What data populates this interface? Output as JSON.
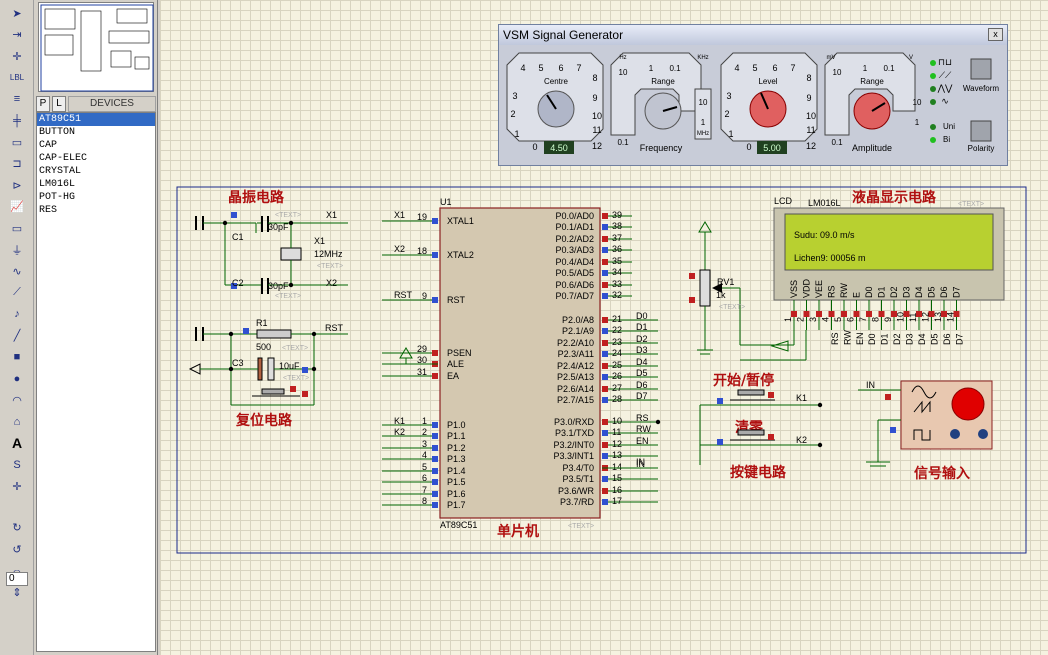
{
  "toolbar": {
    "tools": [
      "select-arrow-icon",
      "component-icon",
      "junction-icon",
      "wire-label-icon",
      "text-script-icon",
      "bus-icon",
      "subcircuit-icon",
      "terminal-icon",
      "device-pin-icon",
      "graph-icon",
      "tape-icon",
      "generator-icon",
      "voltage-probe-icon",
      "current-probe-icon",
      "virtual-instrument-icon",
      "line-icon",
      "box-icon",
      "circle-icon",
      "arc-icon",
      "path-icon",
      "text-icon",
      "symbol-icon",
      "marker-icon",
      "rotate-cw-icon",
      "rotate-ccw-icon",
      "mirror-x-icon",
      "mirror-y-icon"
    ],
    "text_tool": "A",
    "rotation_value": "0"
  },
  "devices": {
    "tab_p": "P",
    "tab_l": "L",
    "header": "DEVICES",
    "items": [
      "AT89C51",
      "BUTTON",
      "CAP",
      "CAP-ELEC",
      "CRYSTAL",
      "LM016L",
      "POT-HG",
      "RES"
    ],
    "selected_index": 0
  },
  "siggen": {
    "title": "VSM Signal Generator",
    "close": "x",
    "centre_label": "Centre",
    "centre_value": "4.50",
    "range_label": "Range",
    "frequency_label": "Frequency",
    "hz_label": "Hz",
    "khz_label": "KHz",
    "mhz_label": "MHz",
    "level_label": "Level",
    "level_value": "5.00",
    "range2_label": "Range",
    "amplitude_label": "Amplitude",
    "mv_label": "mV",
    "v_label": "V",
    "waveform_label": "Waveform",
    "polarity_label": "Polarity",
    "uni_label": "Uni",
    "bi_label": "Bi",
    "dial_numbers": [
      "0",
      "1",
      "2",
      "3",
      "4",
      "5",
      "6",
      "7",
      "8",
      "9",
      "10",
      "11",
      "12"
    ],
    "range_numbers": [
      "10",
      "0.1",
      "1",
      "0.1",
      "10",
      "1"
    ]
  },
  "schematic": {
    "osc_title": "晶振电路",
    "reset_title": "复位电路",
    "mcu_title": "单片机",
    "lcd_title": "液晶显示电路",
    "key_title": "按键电路",
    "sig_title": "信号输入",
    "start_pause": "开始/暂停",
    "clear": "清零",
    "u1": "U1",
    "chip": "AT89C51",
    "c1": "C1",
    "c2": "C2",
    "c3": "C3",
    "x1": "X1",
    "r1": "R1",
    "rv1": "RV1",
    "cap_val": "30pF",
    "crystal_val": "12MHz",
    "res_val": "500",
    "cap3_val": "10uF",
    "pot_val": "1k",
    "lcd_ref": "LCD",
    "lcd_part": "LM016L",
    "lcd_line1": "Sudu:  09.0  m/s",
    "lcd_line2": "Lichen9: 00056 m",
    "text_tag": "<TEXT>",
    "net_x1": "X1",
    "net_x2": "X2",
    "net_rst": "RST",
    "net_k1": "K1",
    "net_k2": "K2",
    "net_in": "IN",
    "left_pins": [
      "XTAL1",
      "XTAL2",
      "RST",
      "PSEN",
      "ALE",
      "EA",
      "P1.0",
      "P1.1",
      "P1.2",
      "P1.3",
      "P1.4",
      "P1.5",
      "P1.6",
      "P1.7"
    ],
    "left_pin_nums": [
      "19",
      "18",
      "9",
      "29",
      "30",
      "31",
      "1",
      "2",
      "3",
      "4",
      "5",
      "6",
      "7",
      "8"
    ],
    "right_pins": [
      "P0.0/AD0",
      "P0.1/AD1",
      "P0.2/AD2",
      "P0.3/AD3",
      "P0.4/AD4",
      "P0.5/AD5",
      "P0.6/AD6",
      "P0.7/AD7",
      "P2.0/A8",
      "P2.1/A9",
      "P2.2/A10",
      "P2.3/A11",
      "P2.4/A12",
      "P2.5/A13",
      "P2.6/A14",
      "P2.7/A15",
      "P3.0/RXD",
      "P3.1/TXD",
      "P3.2/INT0",
      "P3.3/INT1",
      "P3.4/T0",
      "P3.5/T1",
      "P3.6/WR",
      "P3.7/RD"
    ],
    "right_pin_nums": [
      "39",
      "38",
      "37",
      "36",
      "35",
      "34",
      "33",
      "32",
      "21",
      "22",
      "23",
      "24",
      "25",
      "26",
      "27",
      "28",
      "10",
      "11",
      "12",
      "13",
      "14",
      "15",
      "16",
      "17"
    ],
    "right_nets": [
      "",
      "",
      "",
      "",
      "",
      "",
      "",
      "",
      "D0",
      "D1",
      "D2",
      "D3",
      "D4",
      "D5",
      "D6",
      "D7",
      "RS",
      "RW",
      "EN",
      "",
      "IN",
      "",
      "",
      ""
    ],
    "lcd_pins": [
      "VSS",
      "VDD",
      "VEE",
      "RS",
      "RW",
      "E",
      "D0",
      "D1",
      "D2",
      "D3",
      "D4",
      "D5",
      "D6",
      "D7"
    ],
    "lcd_pin_nums": [
      "1",
      "2",
      "3",
      "4",
      "5",
      "6",
      "7",
      "8",
      "9",
      "10",
      "11",
      "12",
      "13",
      "14"
    ],
    "lcd_nets": [
      "RS",
      "RW",
      "EN",
      "D0",
      "D1",
      "D2",
      "D3",
      "D4",
      "D5",
      "D6",
      "D7"
    ]
  },
  "colors": {
    "accent": "#316ac5",
    "title_red": "#b01010",
    "wire": "#006400",
    "frame": "#1a2a8a"
  }
}
